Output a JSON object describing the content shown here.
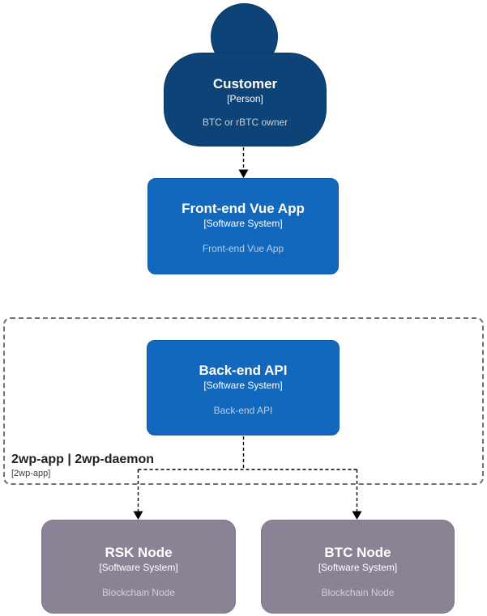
{
  "diagram": {
    "kind": "c4-system-context-diagram",
    "nodes": {
      "customer": {
        "title": "Customer",
        "type": "[Person]",
        "description": "BTC or rBTC owner"
      },
      "frontend": {
        "title": "Front-end Vue App",
        "type": "[Software System]",
        "description": "Front-end Vue App"
      },
      "backend": {
        "title": "Back-end API",
        "type": "[Software System]",
        "description": "Back-end API"
      },
      "rsk_node": {
        "title": "RSK Node",
        "type": "[Software System]",
        "description": "Blockchain Node"
      },
      "btc_node": {
        "title": "BTC Node",
        "type": "[Software System]",
        "description": "Blockchain Node"
      }
    },
    "boundary": {
      "title": "2wp-app | 2wp-daemon",
      "type": "[2wp-app]"
    },
    "edges": [
      {
        "from": "customer",
        "to": "frontend",
        "style": "dashed-arrow"
      },
      {
        "from": "backend",
        "to": "rsk_node",
        "style": "dashed-arrow"
      },
      {
        "from": "backend",
        "to": "btc_node",
        "style": "dashed-arrow"
      }
    ]
  },
  "colors": {
    "person_fill": "#0d4377",
    "person_border": "#0a3a68",
    "system_fill": "#1168bd",
    "system_border": "#0e5aa7",
    "node_fill": "#8b8296",
    "node_border": "#7d7589",
    "boundary_border": "#6f6f6f",
    "arrow": "#000000",
    "background": "#ffffff"
  }
}
